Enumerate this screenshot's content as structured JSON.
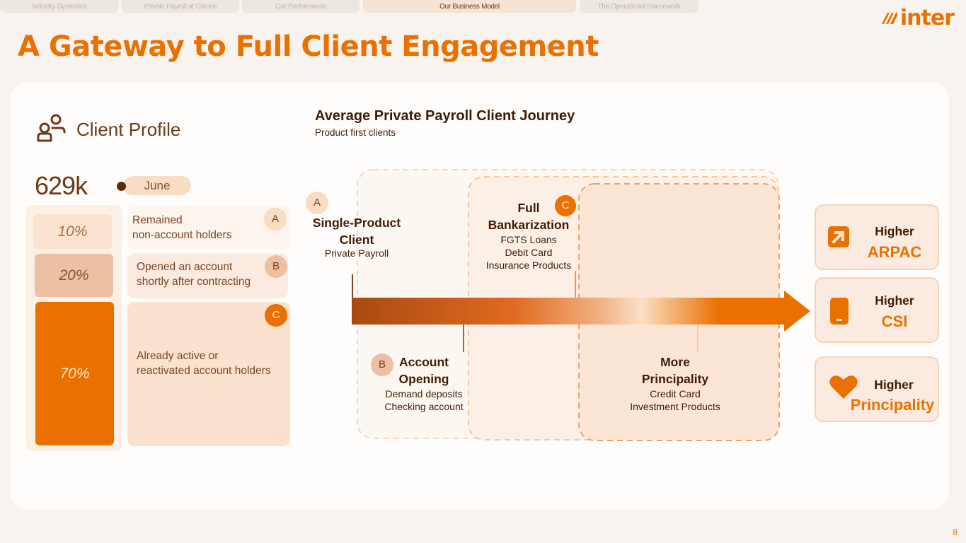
{
  "tabs": [
    {
      "label": "Industry Dynamics",
      "active": false
    },
    {
      "label": "Private Payroll at Glance",
      "active": false
    },
    {
      "label": "Our Performance",
      "active": false
    },
    {
      "label": "Our Business Model",
      "active": true
    },
    {
      "label": "The Operational Framework",
      "active": false
    }
  ],
  "brand": {
    "logo_text": "inter",
    "accent_color": "#ea7100"
  },
  "title": "A Gateway to Full Client Engagement",
  "client_profile": {
    "heading": "Client Profile",
    "icon": "users-icon",
    "total": "629k",
    "period": "June",
    "segments": [
      {
        "share": "10%",
        "badge": "A",
        "description_line1": "Remained",
        "description_line2": "non-account holders"
      },
      {
        "share": "20%",
        "badge": "B",
        "description_line1": "Opened an account",
        "description_line2": "shortly after contracting"
      },
      {
        "share": "70%",
        "badge": "C",
        "description_line1": "Already active or",
        "description_line2": "reactivated account holders"
      }
    ]
  },
  "journey": {
    "title": "Average Private Payroll Client Journey",
    "subtitle": "Product first clients",
    "stages": [
      {
        "badge": "A",
        "title_line1": "Single-Product",
        "title_line2": "Client",
        "details": [
          "Private Payroll"
        ]
      },
      {
        "badge": "B",
        "title_line1": "Account",
        "title_line2": "Opening",
        "details": [
          "Demand deposits",
          "Checking account"
        ]
      },
      {
        "badge": "C",
        "title_line1": "Full",
        "title_line2": "Bankarization",
        "details": [
          "FGTS Loans",
          "Debit Card",
          "Insurance Products"
        ]
      },
      {
        "badge": "",
        "title_line1": "More",
        "title_line2": "Principality",
        "details": [
          "Credit Card",
          "Investment Products"
        ]
      }
    ]
  },
  "outcomes": [
    {
      "label": "Higher",
      "value": "ARPAC",
      "icon": "arrow-up-right-icon"
    },
    {
      "label": "Higher",
      "value": "CSI",
      "icon": "phone-icon"
    },
    {
      "label": "Higher",
      "value": "Principality",
      "icon": "heart-icon"
    }
  ],
  "page_number": "8"
}
